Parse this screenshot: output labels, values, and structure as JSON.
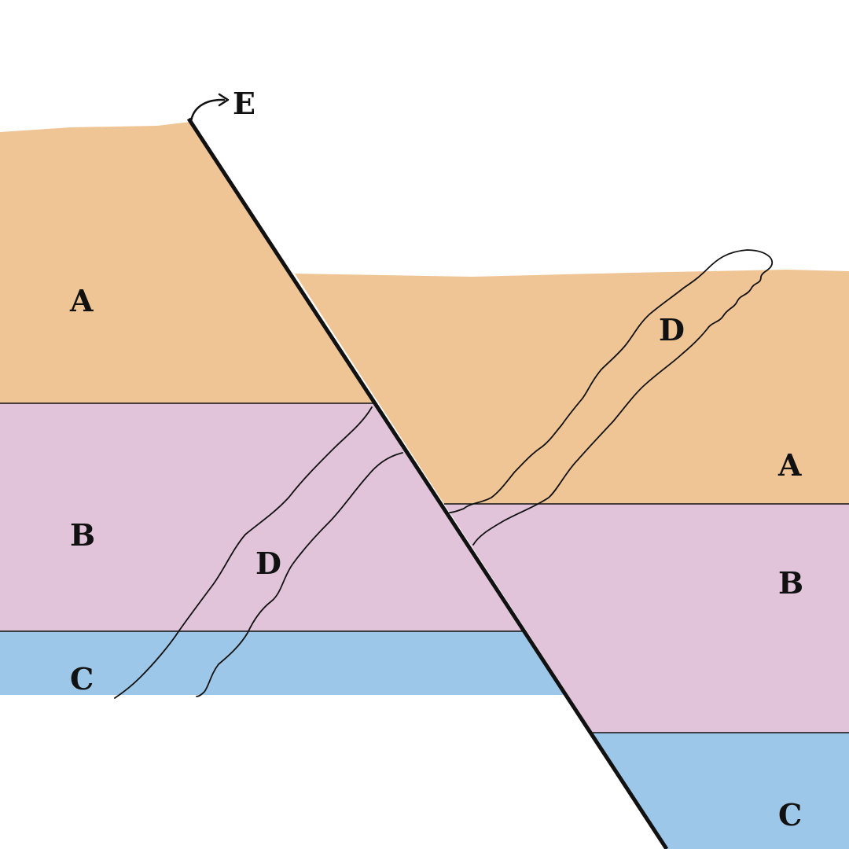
{
  "colors": {
    "layer_a": "#f0c596",
    "layer_b": "#e1c4da",
    "layer_c": "#9cc7e8",
    "line": "#111111",
    "background": "#ffffff"
  },
  "layers": [
    {
      "id": "A",
      "color_key": "layer_a"
    },
    {
      "id": "B",
      "color_key": "layer_b"
    },
    {
      "id": "C",
      "color_key": "layer_c"
    }
  ],
  "labels": {
    "fault": "E",
    "left_block": {
      "a": "A",
      "b": "B",
      "c": "C",
      "dike": "D"
    },
    "right_block": {
      "a": "A",
      "b": "B",
      "c": "C",
      "dike": "D"
    }
  }
}
